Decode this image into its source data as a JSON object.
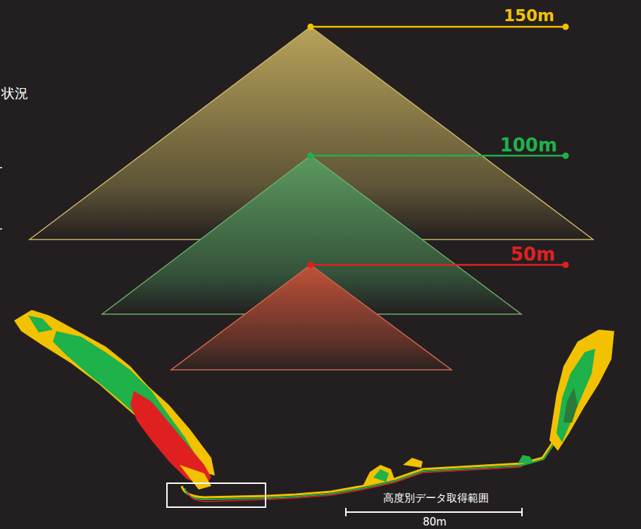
{
  "diagram": {
    "labels": [
      "状況",
      "150m",
      "100m",
      "50m",
      "高度別データ取得範囲",
      "80m"
    ]
  }
}
